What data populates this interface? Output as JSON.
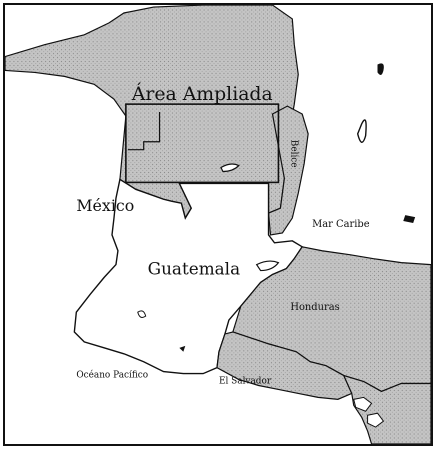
{
  "labels": {
    "area_ampliada": "Área Ampliada",
    "mexico": "México",
    "guatemala": "Guatemala",
    "belize": "Belice",
    "mar_caribe": "Mar Caribe",
    "honduras": "Honduras",
    "oceano_pacifico": "Océano Pacífico",
    "el_salvador": "El Salvador"
  },
  "colors": {
    "land_foreign": "#b9b9b9",
    "land_guatemala": "#ffffff",
    "water": "#ffffff",
    "border": "#111111"
  }
}
